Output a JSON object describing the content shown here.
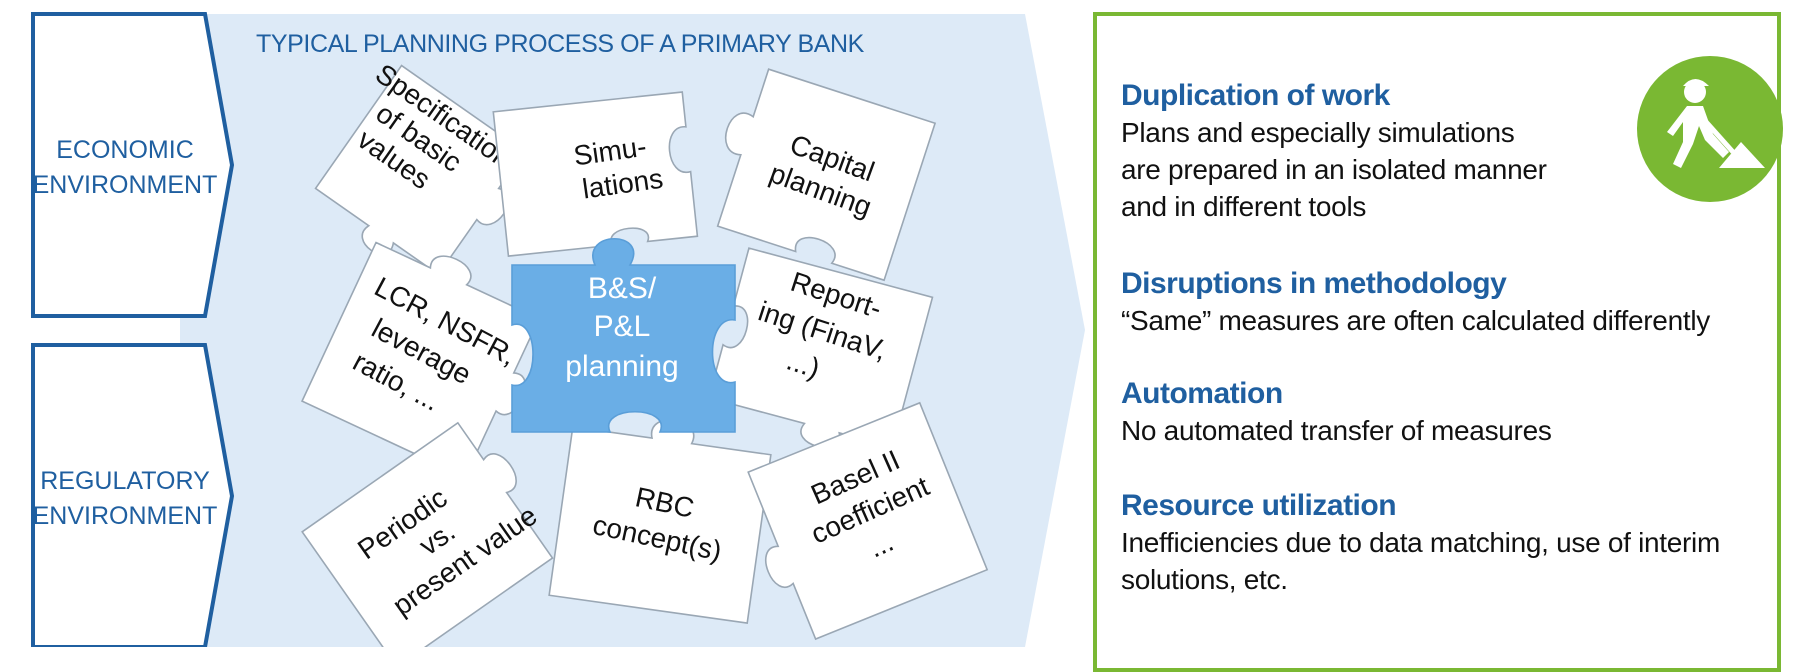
{
  "left_labels": {
    "economic": [
      "ECONOMIC",
      "ENVIRONMENT"
    ],
    "regulatory": [
      "REGULATORY",
      "ENVIRONMENT"
    ]
  },
  "process_title": "TYPICAL PLANNING PROCESS OF A PRIMARY BANK",
  "pieces": {
    "specification": [
      "Specification",
      "of basic",
      "values"
    ],
    "simulations": [
      "Simu-",
      "lations"
    ],
    "capital": [
      "Capital",
      "planning"
    ],
    "center": [
      "B&S/",
      "P&L",
      "planning"
    ],
    "lcr": [
      "LCR, NSFR,",
      "leverage",
      "ratio, ..."
    ],
    "reporting": [
      "Report-",
      "ing (FinaV,",
      "...)"
    ],
    "periodic": [
      "Periodic",
      "vs.",
      "present value"
    ],
    "rbc": [
      "RBC",
      "concept(s)"
    ],
    "basel": [
      "Basel II",
      "coefficient",
      "..."
    ]
  },
  "issues": [
    {
      "title": "Duplication of work",
      "lines": [
        "Plans and especially simulations",
        "are prepared in an isolated manner",
        "and in different tools"
      ]
    },
    {
      "title": "Disruptions in methodology",
      "lines": [
        "“Same” measures are often calculated differently"
      ]
    },
    {
      "title": "Automation",
      "lines": [
        "No automated transfer of measures"
      ]
    },
    {
      "title": "Resource utilization",
      "lines": [
        "Inefficiencies due to data matching, use of interim",
        "solutions, etc."
      ]
    }
  ],
  "icons": {
    "badge": "construction-worker-icon"
  },
  "colors": {
    "accent_blue": "#1f5fa0",
    "accent_green": "#7ab833",
    "panel_bg": "#ddeaf7",
    "center_piece": "#6aaee6"
  }
}
